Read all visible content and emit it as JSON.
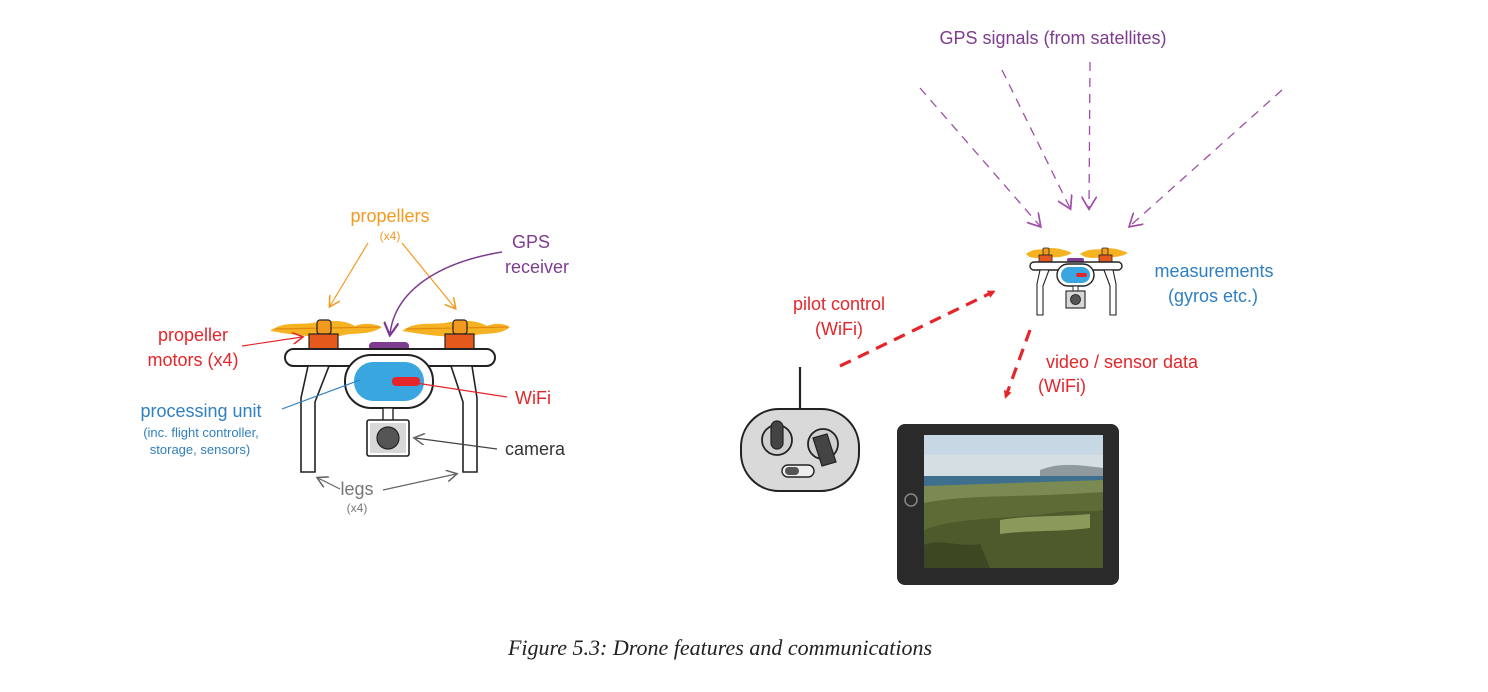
{
  "colors": {
    "orange": "#f29a1f",
    "purple": "#7d3c8f",
    "red": "#e4262b",
    "blue": "#2f7fc1",
    "gray": "#666666",
    "dark": "#333333"
  },
  "left_drone": {
    "propellers": "propellers",
    "propellers_count": "(x4)",
    "gps_receiver_line1": "GPS",
    "gps_receiver_line2": "receiver",
    "motors_line1": "propeller",
    "motors_line2": "motors (x4)",
    "processing_unit": "processing unit",
    "processing_sub1": "(inc. flight controller,",
    "processing_sub2": "storage, sensors)",
    "wifi": "WiFi",
    "camera": "camera",
    "legs": "legs",
    "legs_count": "(x4)"
  },
  "right_scene": {
    "gps_signals": "GPS signals (from satellites)",
    "measurements_line1": "measurements",
    "measurements_line2": "(gyros etc.)",
    "pilot_line1": "pilot control",
    "pilot_line2": "(WiFi)",
    "video_line1": "video / sensor data",
    "video_line2": "(WiFi)"
  },
  "caption": "Figure 5.3:  Drone features and communications"
}
